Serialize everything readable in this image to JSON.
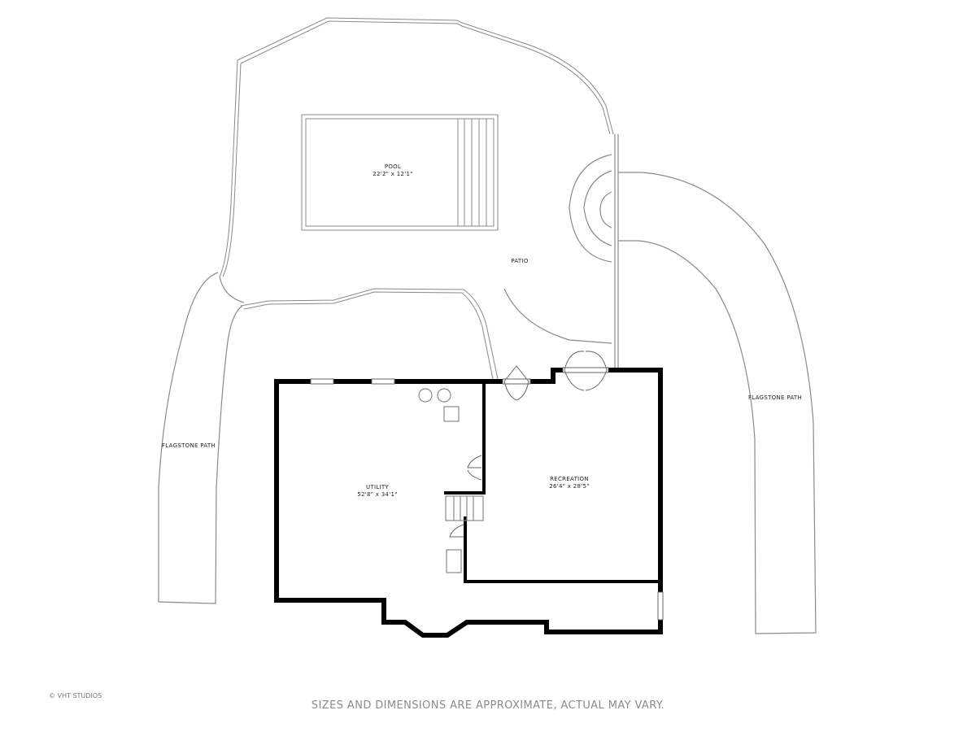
{
  "rooms": {
    "pool": {
      "name": "POOL",
      "dims": "22'2\" x 12'1\""
    },
    "patio": {
      "name": "PATIO"
    },
    "utility": {
      "name": "UTILITY",
      "dims": "52'8\" x 34'1\""
    },
    "recreation": {
      "name": "RECREATION",
      "dims": "26'4\" x 28'5\""
    }
  },
  "paths": {
    "left": {
      "name": "FLAGSTONE PATH"
    },
    "right": {
      "name": "FLAGSTONE PATH"
    }
  },
  "footer": {
    "disclaimer": "SIZES AND DIMENSIONS ARE APPROXIMATE, ACTUAL MAY VARY.",
    "credit": "© VHT STUDIOS"
  }
}
